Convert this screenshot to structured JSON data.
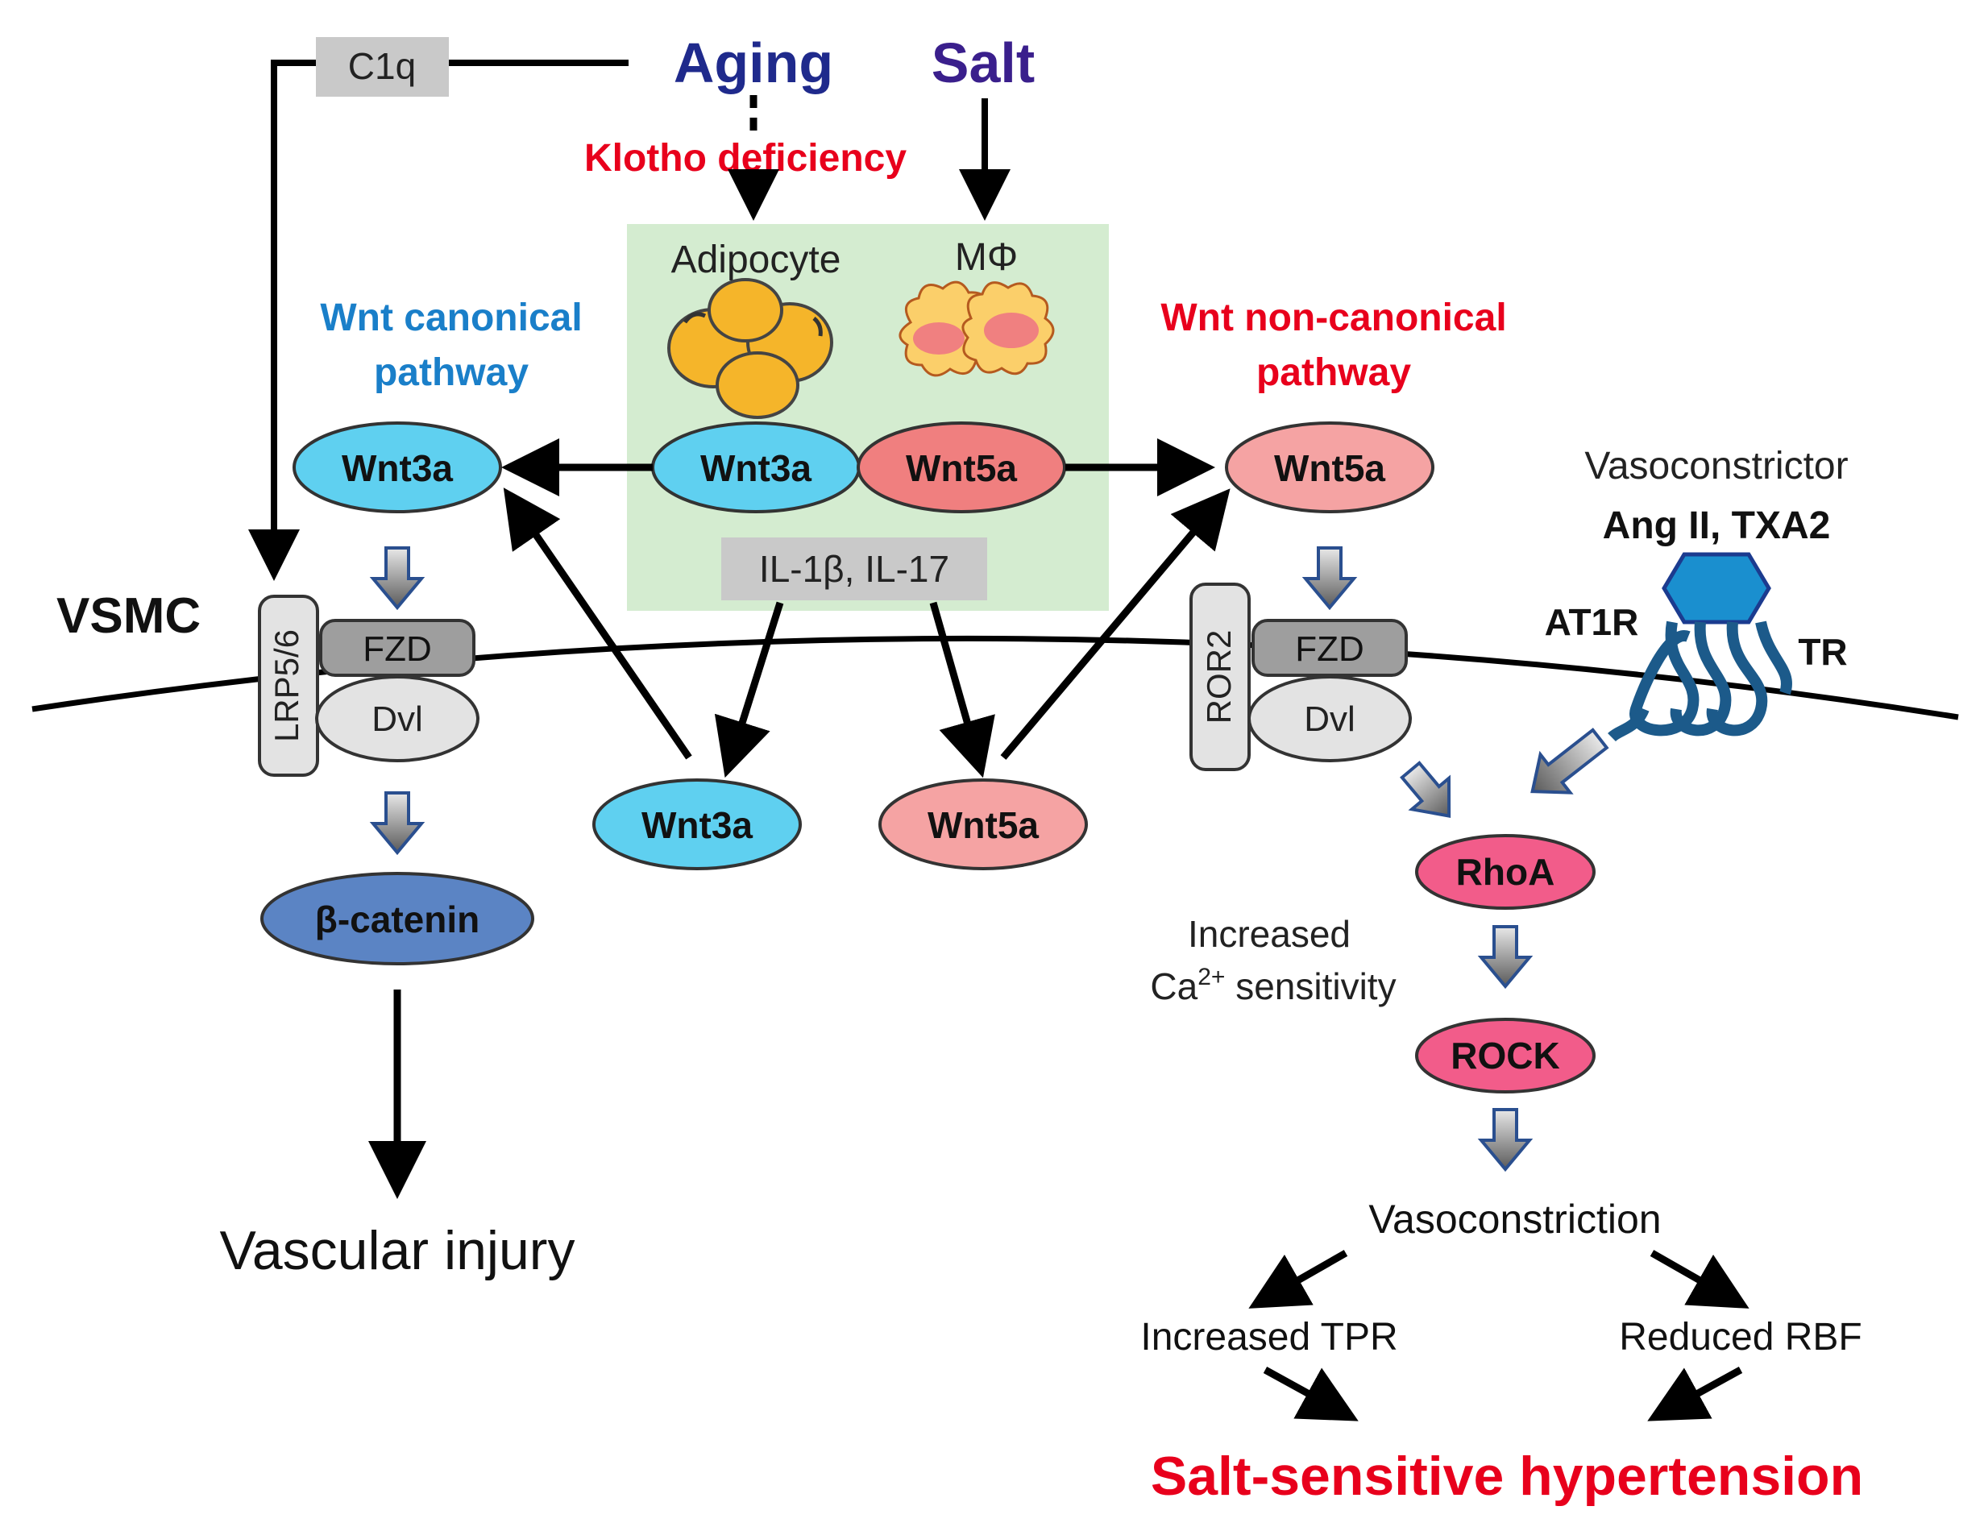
{
  "labels": {
    "aging": "Aging",
    "salt": "Salt",
    "c1q": "C1q",
    "klotho_deficiency": "Klotho deficiency",
    "adipocyte": "Adipocyte",
    "macrophage": "MΦ",
    "wnt_canonical_line1": "Wnt canonical",
    "wnt_canonical_line2": "pathway",
    "wnt_noncanonical_line1": "Wnt non-canonical",
    "wnt_noncanonical_line2": "pathway",
    "vsmc": "VSMC",
    "il_cytokines": "IL-1β, IL-17",
    "vasoconstrictor": "Vasoconstrictor",
    "vasoconstrictor_agents": "Ang II, TXA2",
    "at1r": "AT1R",
    "tr": "TR",
    "lrp": "LRP5/6",
    "ror2": "ROR2",
    "fzd_left": "FZD",
    "fzd_right": "FZD",
    "dvl_left": "Dvl",
    "dvl_right": "Dvl",
    "wnt3a_adipocyte": "Wnt3a",
    "wnt5a_macrophage": "Wnt5a",
    "wnt3a_left": "Wnt3a",
    "wnt5a_right": "Wnt5a",
    "wnt3a_bottom": "Wnt3a",
    "wnt5a_bottom": "Wnt5a",
    "beta_catenin": "β-catenin",
    "vascular_injury": "Vascular injury",
    "rhoa": "RhoA",
    "rock": "ROCK",
    "increased": "Increased",
    "ca_prefix": "Ca",
    "ca_superscript": "2+",
    "ca_suffix": " sensitivity",
    "vasoconstriction": "Vasoconstriction",
    "increased_tpr": "Increased TPR",
    "reduced_rbf": "Reduced RBF",
    "outcome": "Salt-sensitive hypertension"
  },
  "colors": {
    "aging": "#1f2a8c",
    "salt": "#3a1f8c",
    "red_text": "#e8001c",
    "canonical_blue": "#1a7fc9",
    "green_box": "#d4ecd0",
    "wnt3a_fill": "#5fd0f0",
    "wnt5a_fill": "#f5a3a3",
    "wnt5a_mac_fill": "#f07f7f",
    "beta_catenin_fill": "#5b84c4",
    "rho_fill": "#f25c8a",
    "receptor_fill": "#1a8fcf",
    "gray_box": "#c9c9c9"
  }
}
